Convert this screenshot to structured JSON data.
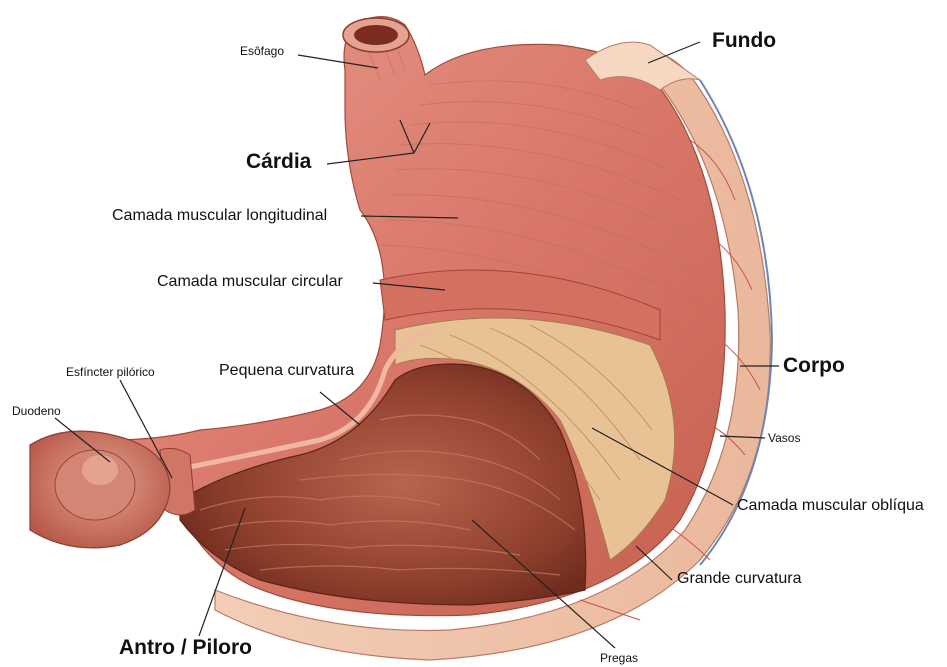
{
  "labels": {
    "esofago": "Esôfago",
    "fundo": "Fundo",
    "cardia": "Cárdia",
    "longitudinal": "Camada muscular longitudinal",
    "circular": "Camada muscular circular",
    "esfincter": "Esfíncter pilórico",
    "pequena": "Pequena curvatura",
    "corpo": "Corpo",
    "duodeno": "Duodeno",
    "vasos": "Vasos",
    "obliqua": "Camada muscular oblíqua",
    "grande": "Grande curvatura",
    "antro": "Antro / Piloro",
    "pregas": "Pregas"
  }
}
